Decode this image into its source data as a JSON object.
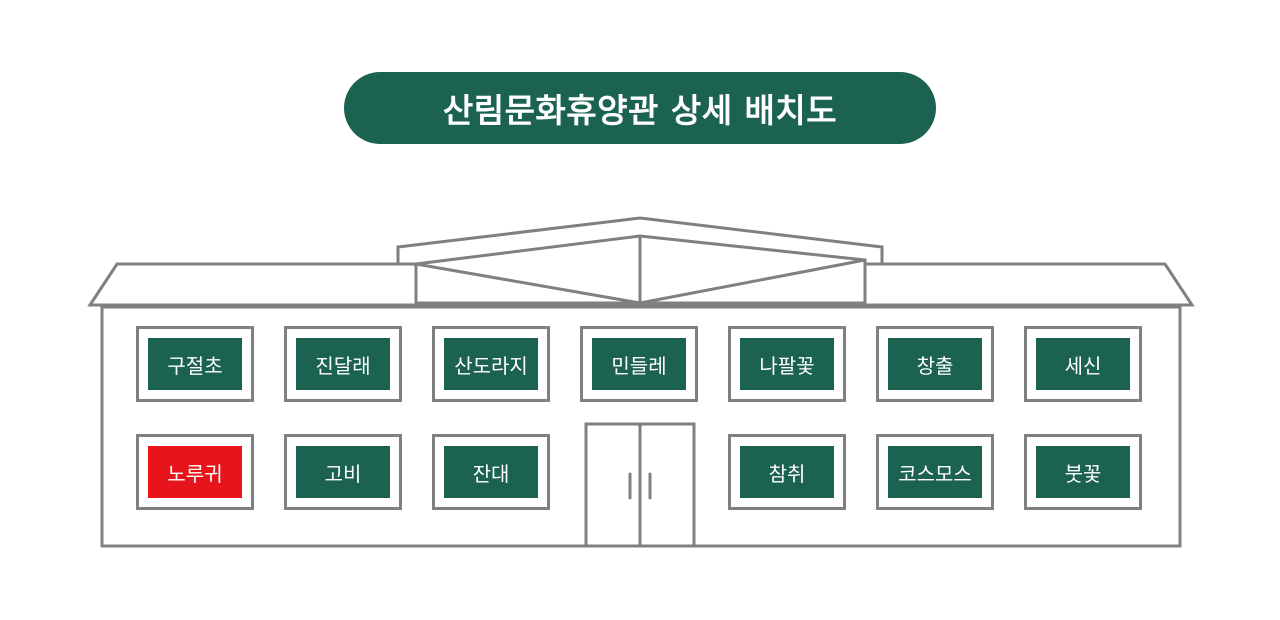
{
  "title": "산림문화휴양관  상세 배치도",
  "colors": {
    "room": "#1b6350",
    "selected": "#e8141c",
    "outline": "#808080"
  },
  "rooms": [
    {
      "name": "구절초",
      "selected": false
    },
    {
      "name": "진달래",
      "selected": false
    },
    {
      "name": "산도라지",
      "selected": false
    },
    {
      "name": "민들레",
      "selected": false
    },
    {
      "name": "나팔꽃",
      "selected": false
    },
    {
      "name": "창출",
      "selected": false
    },
    {
      "name": "세신",
      "selected": false
    },
    {
      "name": "노루귀",
      "selected": true
    },
    {
      "name": "고비",
      "selected": false
    },
    {
      "name": "잔대",
      "selected": false
    },
    {
      "name": "참취",
      "selected": false
    },
    {
      "name": "코스모스",
      "selected": false
    },
    {
      "name": "붓꽃",
      "selected": false
    }
  ]
}
